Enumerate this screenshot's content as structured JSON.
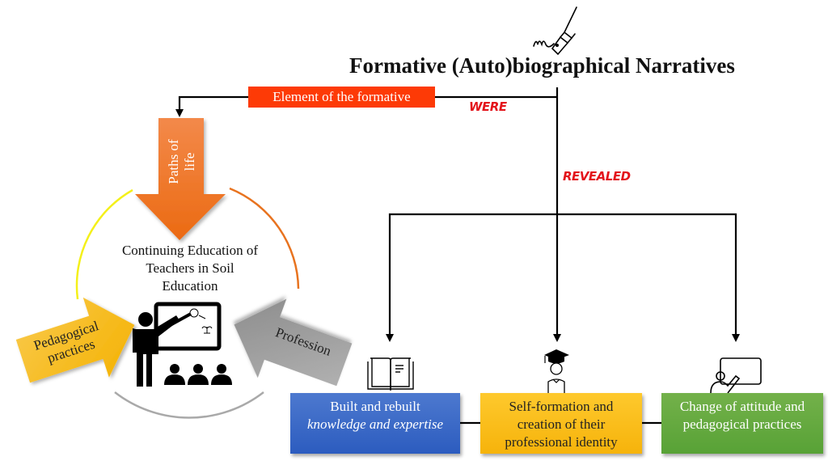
{
  "title": "Formative (Auto)biographical Narratives",
  "header_icon": "pen-signature-icon",
  "element_label": "Element of the formative",
  "connectors": {
    "were": "WERE",
    "revealed": "REVEALED"
  },
  "cycle": {
    "center_text_lines": [
      "Continuing Education of",
      "Teachers in Soil",
      "Education"
    ],
    "center_icon": "teacher-classroom-icon",
    "arrows": [
      {
        "id": "paths-of-life",
        "lines": [
          "Paths of",
          "life"
        ],
        "color": "#ef7321"
      },
      {
        "id": "pedagogical-practices",
        "lines": [
          "Pedagogical",
          "practices"
        ],
        "color": "#f7bd12"
      },
      {
        "id": "profession",
        "lines": [
          "Profession"
        ],
        "color": "#9a9a9a"
      }
    ],
    "arc_colors": {
      "top_left": "#f4f01a",
      "top_right": "#e8731f",
      "bottom": "#a9a9a9"
    }
  },
  "outcomes": [
    {
      "icon": "open-book-icon",
      "line1": "Built and rebuilt",
      "line2_italic": "knowledge and expertise",
      "color": "#3a69c8"
    },
    {
      "icon": "graduate-icon",
      "lines": [
        "Self-formation and",
        "creation of their",
        "professional identity"
      ],
      "color": "#fbbf1c"
    },
    {
      "icon": "presenter-board-icon",
      "lines": [
        "Change of attitude and",
        "pedagogical practices"
      ],
      "color": "#66a93f"
    }
  ],
  "accent_colors": {
    "red_label": "#fd3a06",
    "connector_text": "#e3141b"
  }
}
